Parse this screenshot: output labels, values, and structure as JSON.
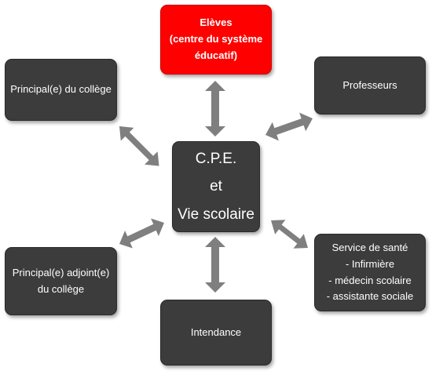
{
  "diagram": {
    "center": {
      "lines": [
        "C.P.E.",
        "et",
        "Vie scolaire"
      ]
    },
    "nodes": {
      "eleves": {
        "lines": [
          "Elèves",
          "(centre du système",
          "éducatif)"
        ]
      },
      "principal": {
        "lines": [
          "Principal(e) du collège"
        ]
      },
      "professeurs": {
        "lines": [
          "Professeurs"
        ]
      },
      "principal_adjoint": {
        "lines": [
          "Principal(e) adjoint(e)",
          "du collège"
        ]
      },
      "intendance": {
        "lines": [
          "Intendance"
        ]
      },
      "service_sante": {
        "lines": [
          "Service de santé",
          "- Infirmière",
          "- médecin scolaire",
          "- assistante sociale"
        ]
      }
    },
    "colors": {
      "box": "#3c3c3c",
      "highlight": "#ff0000",
      "arrow": "#7f7f7f",
      "text": "#ffffff"
    }
  }
}
